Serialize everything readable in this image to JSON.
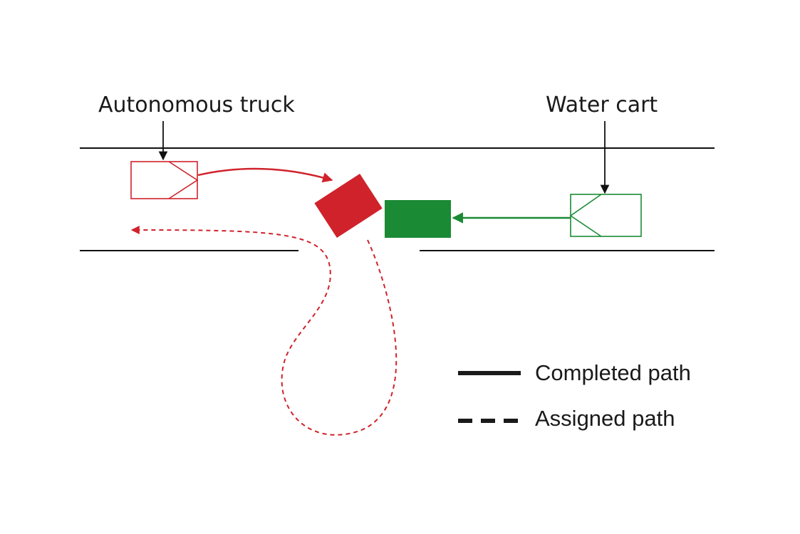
{
  "labels": {
    "truck": "Autonomous truck",
    "water_cart": "Water cart"
  },
  "legend": {
    "completed": "Completed path",
    "assigned": "Assigned path"
  },
  "colors": {
    "truck": "#d0222b",
    "water_cart": "#1b8a35",
    "road": "#111111",
    "text": "#1a1a1a"
  }
}
